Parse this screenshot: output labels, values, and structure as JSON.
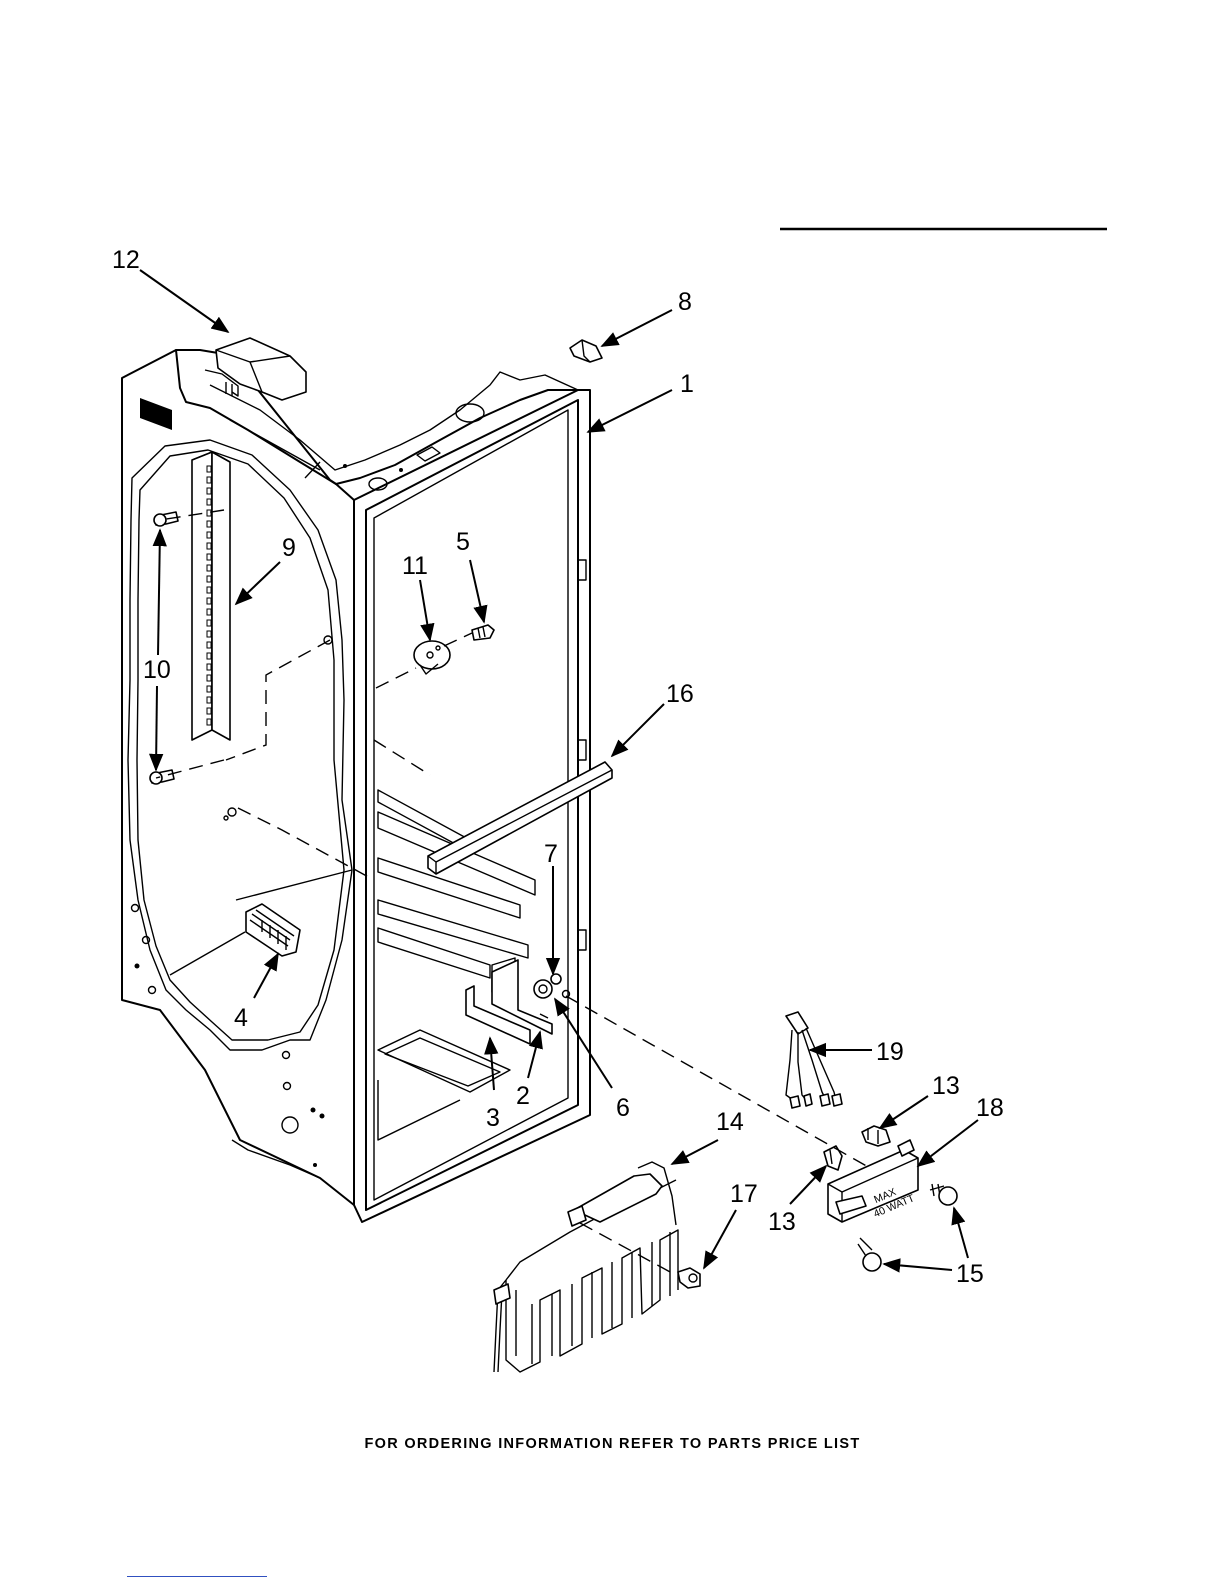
{
  "labels": {
    "n1": "1",
    "n2": "2",
    "n3": "3",
    "n4": "4",
    "n5": "5",
    "n6": "6",
    "n7": "7",
    "n8": "8",
    "n9": "9",
    "n10": "10",
    "n11": "11",
    "n12": "12",
    "n13a": "13",
    "n13b": "13",
    "n14": "14",
    "n15": "15",
    "n16": "16",
    "n17": "17",
    "n18": "18",
    "n19": "19"
  },
  "lamp_socket_text": {
    "line1": "MAX",
    "line2": "40 WATT"
  },
  "footer": "FOR ORDERING INFORMATION REFER TO PARTS PRICE LIST"
}
